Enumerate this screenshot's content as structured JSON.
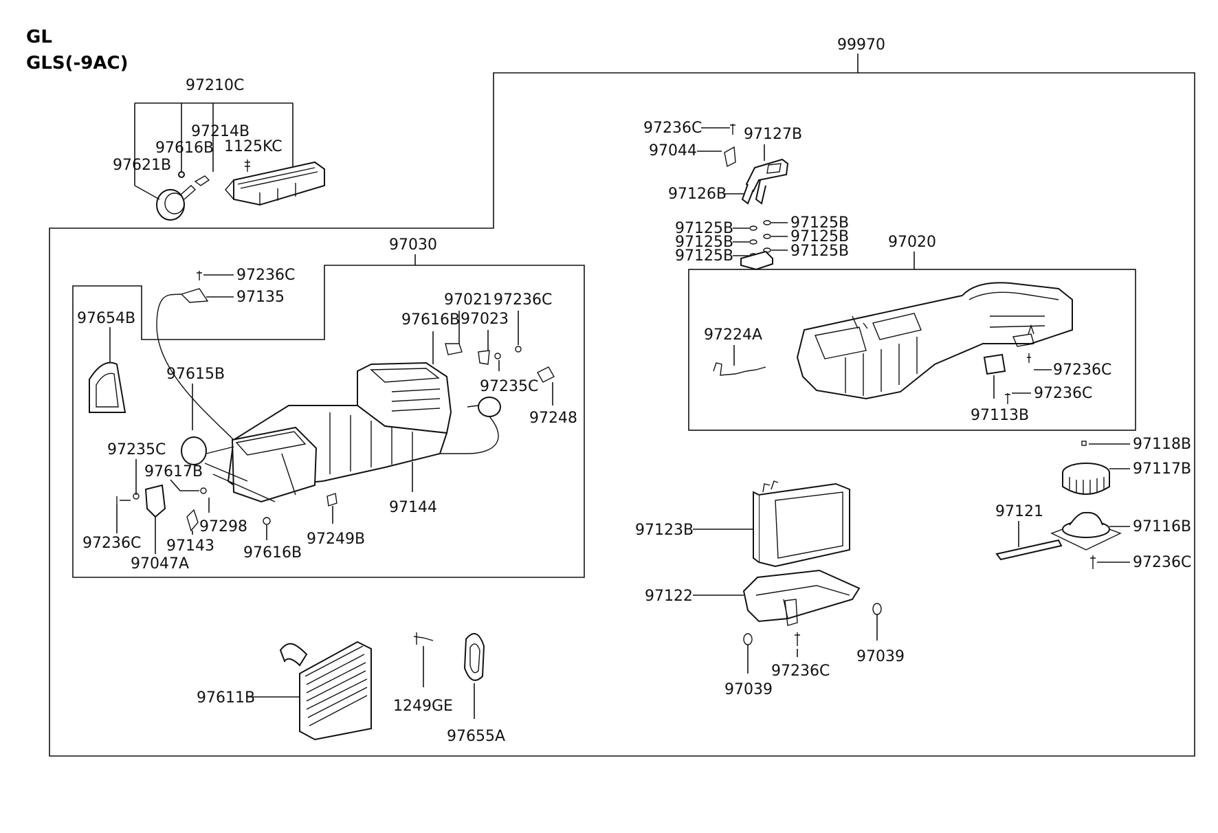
{
  "titles": {
    "line1": "GL",
    "line2": "GLS(-9AC)"
  },
  "groups": {
    "outer": "99970",
    "top_left": "97210C",
    "heater_unit": "97030",
    "blower_case": "97020"
  },
  "labels": {
    "p97214B": "97214B",
    "p97616B_a": "97616B",
    "p1125KC": "1125KC",
    "p97621B": "97621B",
    "p97236C_a": "97236C",
    "p97135": "97135",
    "p97654B": "97654B",
    "p97021": "97021",
    "p97236C_b": "97236C",
    "p97616B_b": "97616B",
    "p97023": "97023",
    "p97615B": "97615B",
    "p97235C_a": "97235C",
    "p97248": "97248",
    "p97235C_b": "97235C",
    "p97617B": "97617B",
    "p97144": "97144",
    "p97236C_c": "97236C",
    "p97298": "97298",
    "p97143": "97143",
    "p97047A": "97047A",
    "p97616B_c": "97616B",
    "p97249B": "97249B",
    "p97611B": "97611B",
    "p1249GE": "1249GE",
    "p97655A": "97655A",
    "p97236C_d": "97236C",
    "p97044": "97044",
    "p97127B": "97127B",
    "p97126B": "97126B",
    "p97125B_1": "97125B",
    "p97125B_2": "97125B",
    "p97125B_3": "97125B",
    "p97125B_4": "97125B",
    "p97125B_5": "97125B",
    "p97125B_6": "97125B",
    "p97224A": "97224A",
    "p97236C_e": "97236C",
    "p97236C_f": "97236C",
    "p97113B": "97113B",
    "p97118B": "97118B",
    "p97117B": "97117B",
    "p97121": "97121",
    "p97116B": "97116B",
    "p97236C_g": "97236C",
    "p97123B": "97123B",
    "p97122": "97122",
    "p97039_a": "97039",
    "p97236C_h": "97236C",
    "p97039_b": "97039"
  }
}
